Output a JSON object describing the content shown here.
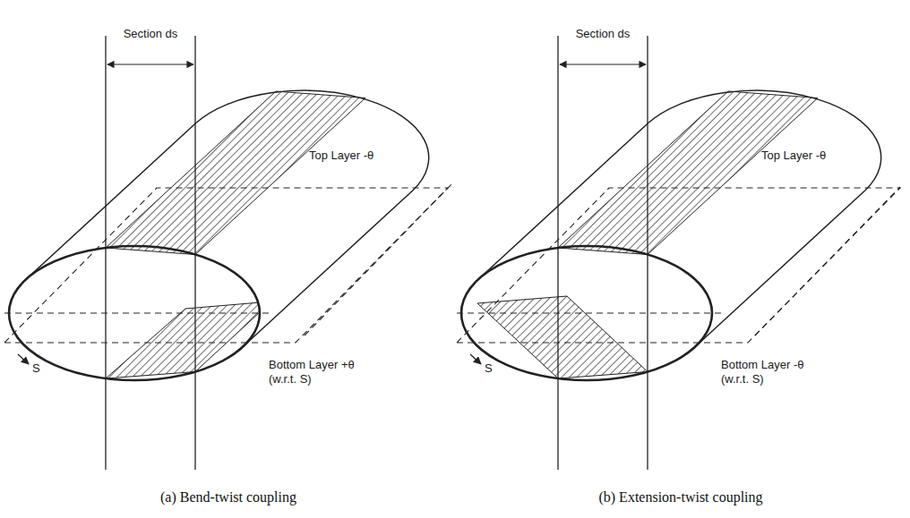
{
  "diagram": {
    "labels": [
      "Section ds",
      "Top Layer -θ",
      "Bottom Layer +θ (w.r.t. S)",
      "S",
      "Section ds",
      "Top Layer -θ",
      "Bottom Layer -θ (w.r.t. S)",
      "S",
      "(a) Bend-twist coupling",
      "(b) Extension-twist coupling"
    ]
  }
}
